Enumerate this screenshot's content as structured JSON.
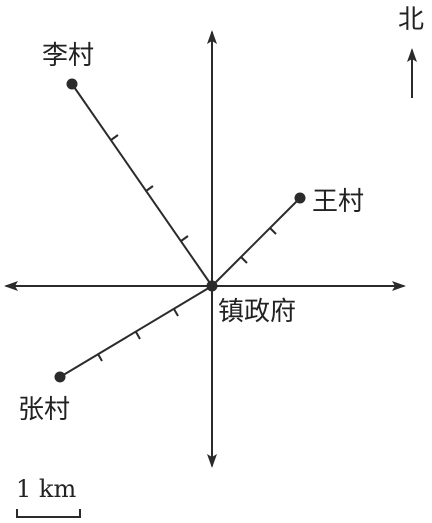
{
  "diagram": {
    "north_label": "北",
    "origin_label": "镇政府",
    "scale_label": "1 km",
    "colors": {
      "ink": "#2b2b2b",
      "background": "#ffffff"
    },
    "villages": [
      {
        "id": "li",
        "label": "李村"
      },
      {
        "id": "wang",
        "label": "王村"
      },
      {
        "id": "zhang",
        "label": "张村"
      }
    ]
  }
}
